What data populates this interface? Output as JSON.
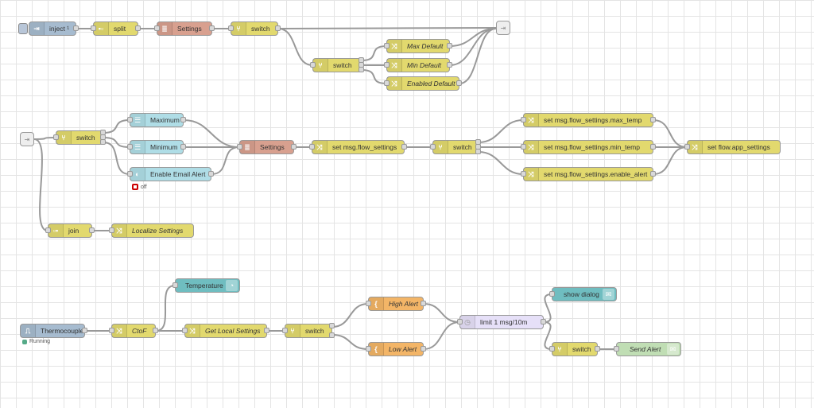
{
  "editor": {
    "status": {
      "email_toggle": "off",
      "thermocouple": "Running"
    },
    "colors": {
      "inject": "#a6bbcf",
      "function": "#e2d96e",
      "template": "#d8a08f",
      "dashboard_input": "#afdde6",
      "dashboard_gauge": "#6fbdc0",
      "alert": "#f3b567",
      "delay": "#e6e0f8",
      "email": "#c0deb4",
      "wire": "#999999"
    }
  },
  "nodes": {
    "inject": "inject ¹",
    "split": "split",
    "settings_1": "Settings",
    "switch_1": "switch",
    "switch_2": "switch",
    "max_default": "Max Default",
    "min_default": "Min Default",
    "enabled_default": "Enabled Default",
    "switch_3": "switch",
    "maximum": "Maximum",
    "minimum": "Minimum",
    "enable_email_alert": "Enable Email Alert",
    "settings_2": "Settings",
    "set_flow_settings": "set msg.flow_settings",
    "switch_4": "switch",
    "set_max_temp": "set msg.flow_settings.max_temp",
    "set_min_temp": "set msg.flow_settings.min_temp",
    "set_enable_alert": "set msg.flow_settings.enable_alert",
    "set_app_settings": "set flow.app_settings",
    "join": "join",
    "localize_settings": "Localize Settings",
    "thermocouple": "Thermocouple",
    "ctof": "CtoF",
    "temperature": "Temperature",
    "get_local_settings": "Get Local Settings",
    "switch_5": "switch",
    "high_alert": "High Alert",
    "low_alert": "Low Alert",
    "limit": "limit 1 msg/10m",
    "show_dialog": "show dialog",
    "switch_6": "switch",
    "send_alert": "Send Alert"
  }
}
